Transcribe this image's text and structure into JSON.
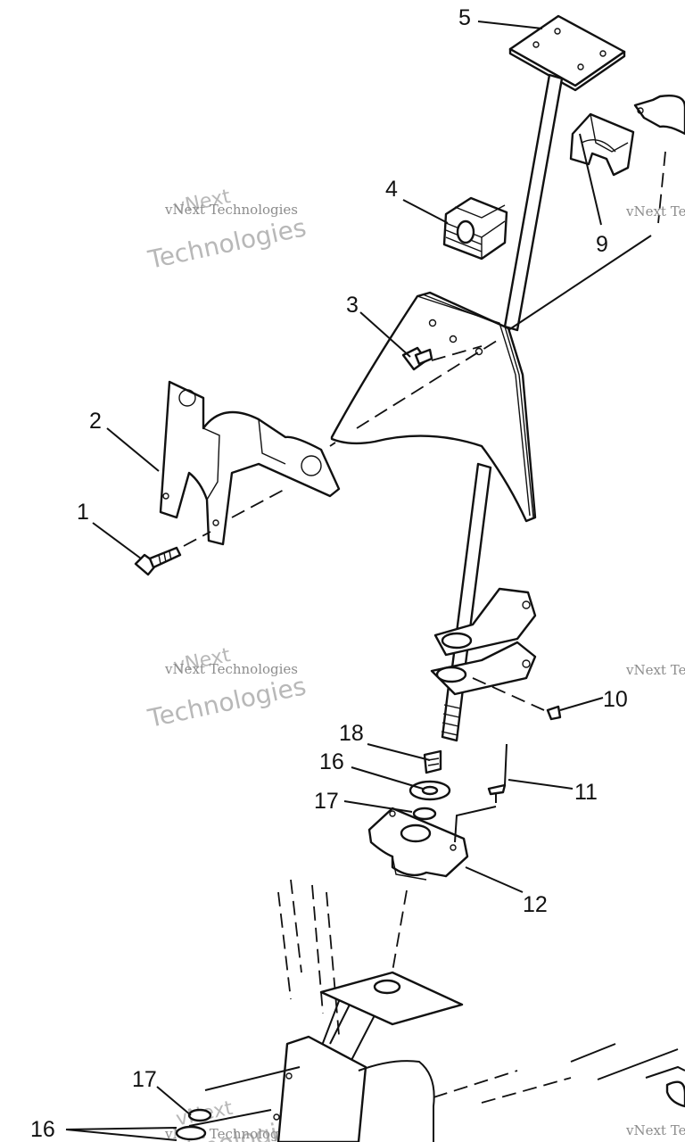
{
  "callouts": {
    "c1": "1",
    "c2": "2",
    "c3": "3",
    "c4": "4",
    "c5": "5",
    "c9": "9",
    "c10": "10",
    "c11": "11",
    "c12": "12",
    "c16a": "16",
    "c16b": "16",
    "c17a": "17",
    "c17b": "17",
    "c18": "18"
  },
  "watermark": {
    "big_line1": "vNext",
    "big_line2": "Technologies",
    "small": "vNext Technologies"
  },
  "colors": {
    "ink": "#111111",
    "watermark": "#b8b8b8",
    "background": "#ffffff"
  }
}
